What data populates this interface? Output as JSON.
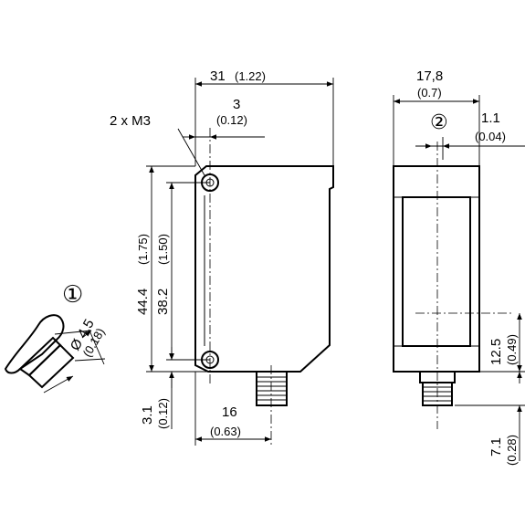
{
  "front_view": {
    "width_top": "31",
    "width_top_in": "(1.22)",
    "hole_offset": "3",
    "hole_offset_in": "(0.12)",
    "thread_label": "2 x M3",
    "height_total": "44.4",
    "height_total_in": "(1.75)",
    "hole_spacing": "38.2",
    "hole_spacing_in": "(1.50)",
    "bottom_offset": "3.1",
    "bottom_offset_in": "(0.12)",
    "connector_pos": "16",
    "connector_pos_in": "(0.63)"
  },
  "side_view": {
    "width": "17,8",
    "width_in": "(0.7)",
    "optical_offset": "1.1",
    "optical_offset_in": "(0.04)",
    "marker": "②",
    "axis_height": "12.5",
    "axis_height_in": "(0.49)",
    "connector_len": "7.1",
    "connector_len_in": "(0.28)"
  },
  "detail_view": {
    "marker": "①",
    "diameter": "Ø 4.5",
    "diameter_in": "(0.18)"
  }
}
